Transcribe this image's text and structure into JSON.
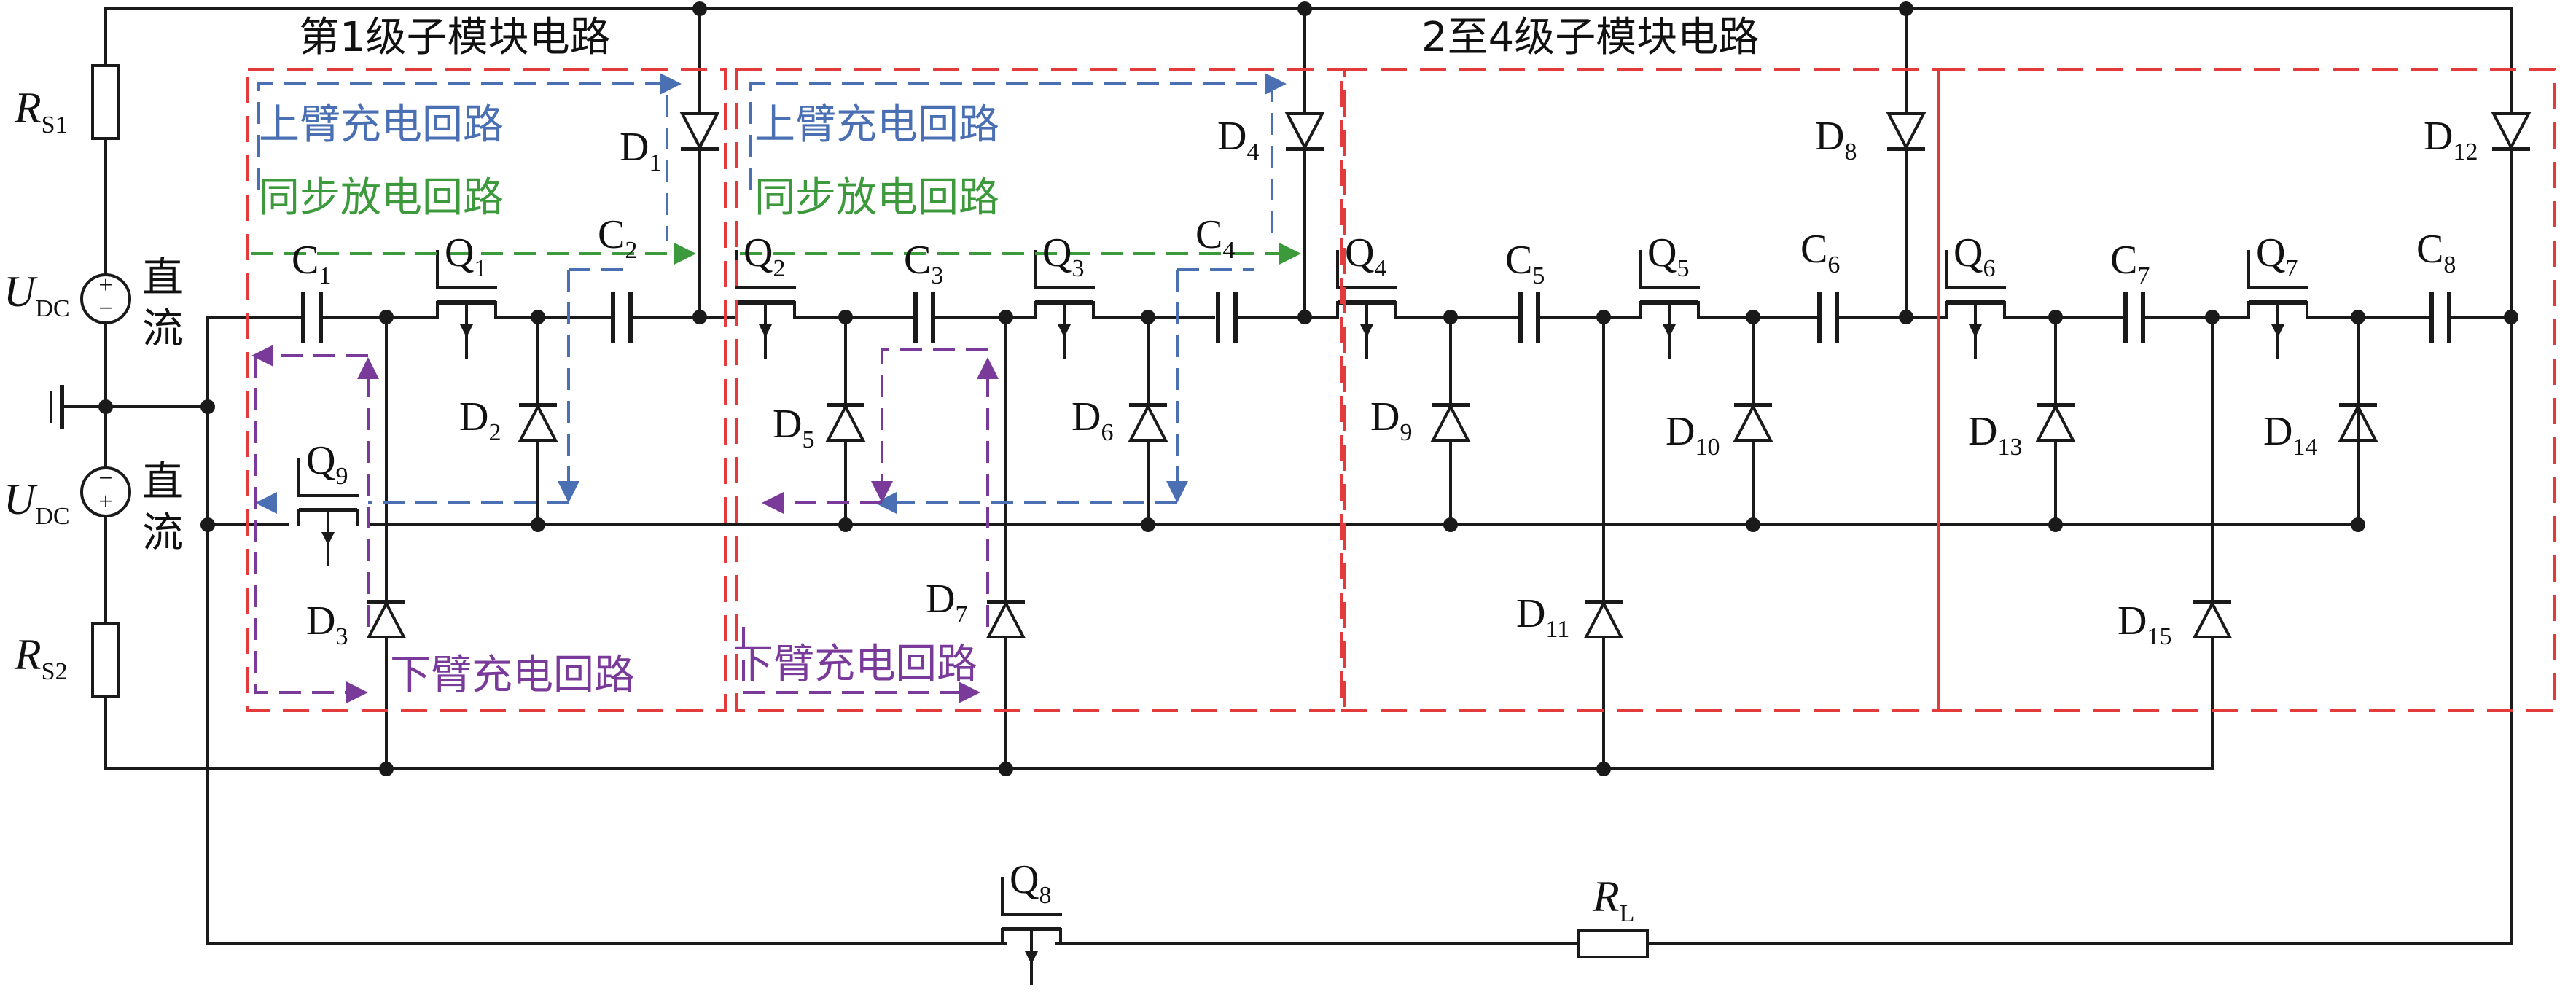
{
  "titles": {
    "stage1": "第1级子模块电路",
    "stage2to4": "2至4级子模块电路"
  },
  "paths": {
    "upper_charge_1": "上臂充电回路",
    "sync_discharge_1": "同步放电回路",
    "upper_charge_2": "上臂充电回路",
    "sync_discharge_2": "同步放电回路",
    "lower_charge_1": "下臂充电回路",
    "lower_charge_2": "下臂充电回路"
  },
  "sources": {
    "rs1": {
      "main": "R",
      "sub": "S1"
    },
    "rs2": {
      "main": "R",
      "sub": "S2"
    },
    "udc_top": {
      "main": "U",
      "sub": "DC",
      "kind": "直流"
    },
    "udc_bottom": {
      "main": "U",
      "sub": "DC",
      "kind": "直流"
    },
    "rl": {
      "main": "R",
      "sub": "L"
    }
  },
  "capacitors": [
    {
      "main": "C",
      "sub": "1"
    },
    {
      "main": "C",
      "sub": "2"
    },
    {
      "main": "C",
      "sub": "3"
    },
    {
      "main": "C",
      "sub": "4"
    },
    {
      "main": "C",
      "sub": "5"
    },
    {
      "main": "C",
      "sub": "6"
    },
    {
      "main": "C",
      "sub": "7"
    },
    {
      "main": "C",
      "sub": "8"
    }
  ],
  "switches": [
    {
      "main": "Q",
      "sub": "1"
    },
    {
      "main": "Q",
      "sub": "2"
    },
    {
      "main": "Q",
      "sub": "3"
    },
    {
      "main": "Q",
      "sub": "4"
    },
    {
      "main": "Q",
      "sub": "5"
    },
    {
      "main": "Q",
      "sub": "6"
    },
    {
      "main": "Q",
      "sub": "7"
    },
    {
      "main": "Q",
      "sub": "8"
    },
    {
      "main": "Q",
      "sub": "9"
    }
  ],
  "diodes": [
    {
      "main": "D",
      "sub": "1"
    },
    {
      "main": "D",
      "sub": "2"
    },
    {
      "main": "D",
      "sub": "3"
    },
    {
      "main": "D",
      "sub": "4"
    },
    {
      "main": "D",
      "sub": "5"
    },
    {
      "main": "D",
      "sub": "6"
    },
    {
      "main": "D",
      "sub": "7"
    },
    {
      "main": "D",
      "sub": "8"
    },
    {
      "main": "D",
      "sub": "9"
    },
    {
      "main": "D",
      "sub": "10"
    },
    {
      "main": "D",
      "sub": "11"
    },
    {
      "main": "D",
      "sub": "12"
    },
    {
      "main": "D",
      "sub": "13"
    },
    {
      "main": "D",
      "sub": "14"
    },
    {
      "main": "D",
      "sub": "15"
    }
  ],
  "colors": {
    "wire": "#1a1a1a",
    "module_box": "#e33b3b",
    "upper_charge": "#4a6fb3",
    "sync_discharge": "#3c9a3c",
    "lower_charge": "#7a3a9a"
  }
}
